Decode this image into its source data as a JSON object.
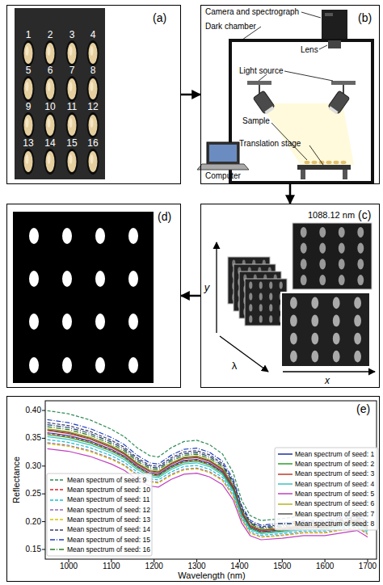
{
  "diagram": {
    "nodes": [
      {
        "text": [
          "(a)"
        ]
      },
      {
        "text": [
          "(b)"
        ]
      },
      {
        "text": [
          "(c)"
        ]
      },
      {
        "text": [
          "(d)"
        ]
      },
      {
        "text": [
          "(e)"
        ]
      }
    ],
    "edges": [
      {
        "from": 0,
        "to": 1,
        "arrow": "to"
      },
      {
        "from": 1,
        "to": 2,
        "arrow": "to"
      },
      {
        "from": 2,
        "to": 3,
        "arrow": "to"
      }
    ],
    "labels": [
      "1",
      "2",
      "3",
      "4",
      "5",
      "6",
      "7",
      "8",
      "9",
      "10",
      "11",
      "12",
      "13",
      "14",
      "15",
      "16",
      "Camera and spectrograph",
      "Dark chamber",
      "Lens",
      "Light source",
      "Sample",
      "Translation stage",
      "Computer",
      "1088.12 nm",
      "y",
      "λ",
      "x",
      "0.40",
      "0.35",
      "0.30",
      "0.25",
      "0.20",
      "0.15",
      "1000",
      "1100",
      "1200",
      "1300",
      "1400",
      "1500",
      "1600",
      "1700",
      "Reflectance",
      "Wavelength (nm)"
    ],
    "legend": [
      {
        "text": "Mean spectrum of seed: 1"
      },
      {
        "text": "Mean spectrum of seed: 2"
      },
      {
        "text": "Mean spectrum of seed: 3"
      },
      {
        "text": "Mean spectrum of seed: 4"
      },
      {
        "text": "Mean spectrum of seed: 5"
      },
      {
        "text": "Mean spectrum of seed: 6"
      },
      {
        "text": "Mean spectrum of seed: 7"
      },
      {
        "text": "Mean spectrum of seed: 8"
      },
      {
        "text": "Mean spectrum of seed: 9"
      },
      {
        "text": "Mean spectrum of seed: 10"
      },
      {
        "text": "Mean spectrum of seed: 11"
      },
      {
        "text": "Mean spectrum of seed: 12"
      },
      {
        "text": "Mean spectrum of seed: 13"
      },
      {
        "text": "Mean spectrum of seed: 14"
      },
      {
        "text": "Mean spectrum of seed: 15"
      },
      {
        "text": "Mean spectrum of seed: 16"
      }
    ]
  }
}
